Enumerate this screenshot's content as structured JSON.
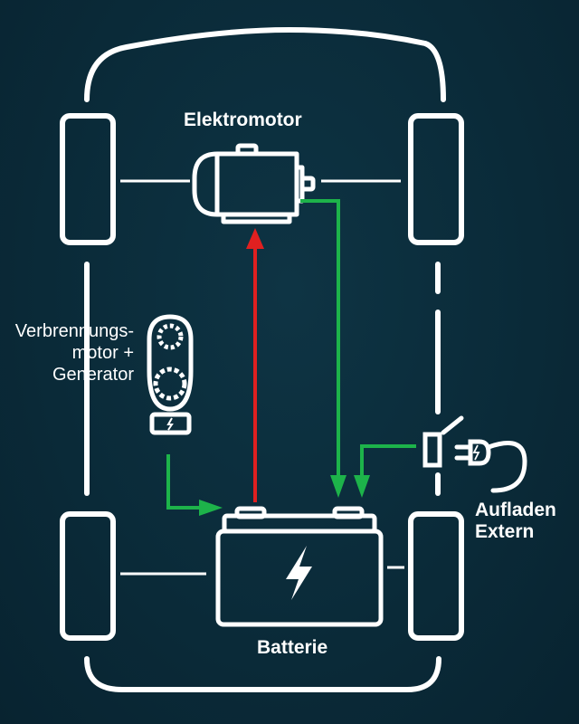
{
  "labels": {
    "elektromotor": "Elektromotor",
    "verbrennungsmotor_line1": "Verbrennungs-",
    "verbrennungsmotor_line2": "motor +",
    "verbrennungsmotor_line3": "Generator",
    "batterie": "Batterie",
    "aufladen_line1": "Aufladen",
    "aufladen_line2": "Extern"
  },
  "colors": {
    "background": "#0a2a38",
    "outline": "#ffffff",
    "discharge_arrow": "#e02020",
    "charge_arrow": "#1db34a"
  },
  "flows": [
    {
      "from": "Batterie",
      "to": "Elektromotor",
      "color": "red",
      "meaning": "discharge"
    },
    {
      "from": "Elektromotor",
      "to": "Batterie",
      "color": "green",
      "meaning": "recuperation"
    },
    {
      "from": "Verbrennungsmotor + Generator",
      "to": "Batterie",
      "color": "green",
      "meaning": "charging"
    },
    {
      "from": "Aufladen Extern",
      "to": "Batterie",
      "color": "green",
      "meaning": "external charging"
    }
  ]
}
